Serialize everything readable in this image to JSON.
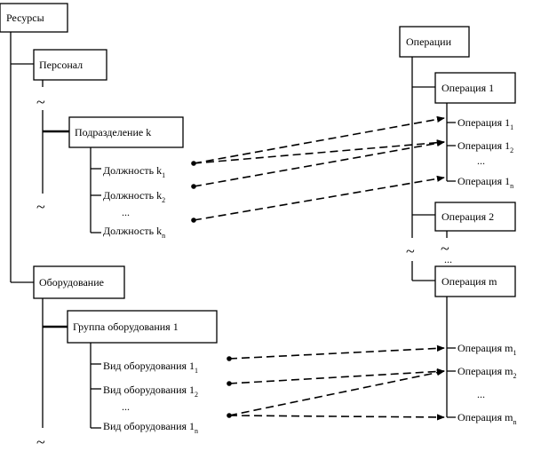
{
  "resources": {
    "root": "Ресурсы",
    "personnel": "Персонал",
    "division": "Подразделение k",
    "positions": [
      {
        "base": "Должность k",
        "sub": "1"
      },
      {
        "base": "Должность k",
        "sub": "2"
      },
      {
        "base": "Должность k",
        "sub": "n"
      }
    ],
    "equipment": "Оборудование",
    "equipment_group": "Группа оборудования 1",
    "equipment_types": [
      {
        "base": "Вид оборудования 1",
        "sub": "1"
      },
      {
        "base": "Вид оборудования 1",
        "sub": "2"
      },
      {
        "base": "Вид оборудования 1",
        "sub": "n"
      }
    ]
  },
  "operations": {
    "root": "Операции",
    "op1": "Операция 1",
    "op1_subs": [
      {
        "base": "Операция 1",
        "sub": "1"
      },
      {
        "base": "Операция 1",
        "sub": "2"
      },
      {
        "base": "Операция 1",
        "sub": "n"
      }
    ],
    "op2": "Операция 2",
    "opm": "Операция m",
    "opm_subs": [
      {
        "base": "Операция m",
        "sub": "1"
      },
      {
        "base": "Операция m",
        "sub": "2"
      },
      {
        "base": "Операция m",
        "sub": "n"
      }
    ]
  },
  "symbols": {
    "tilde": "~",
    "ellipsis": "..."
  }
}
